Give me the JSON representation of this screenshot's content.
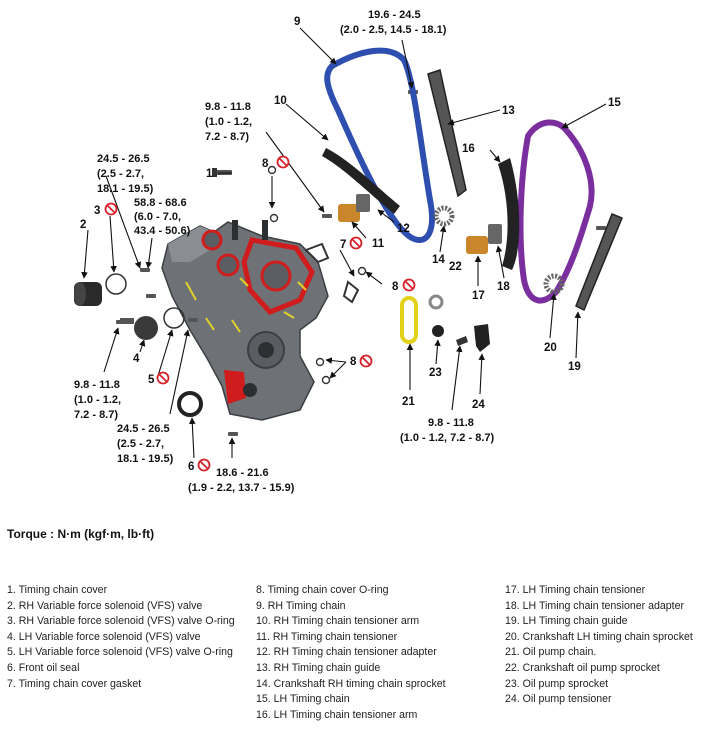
{
  "torque_specs": {
    "t1": {
      "l1": "19.6 - 24.5",
      "l2": "(2.0 - 2.5, 14.5 - 18.1)"
    },
    "t2": {
      "l1": "9.8 - 11.8",
      "l2": "(1.0 - 1.2,",
      "l3": "7.2 - 8.7)"
    },
    "t3": {
      "l1": "24.5 - 26.5",
      "l2": "(2.5 - 2.7,",
      "l3": "18.1 - 19.5)"
    },
    "t4": {
      "l1": "58.8 - 68.6",
      "l2": "(6.0 - 7.0,",
      "l3": "43.4 - 50.6)"
    },
    "t5": {
      "l1": "9.8 - 11.8",
      "l2": "(1.0 - 1.2,",
      "l3": "7.2 - 8.7)"
    },
    "t6": {
      "l1": "24.5 - 26.5",
      "l2": "(2.5 - 2.7,",
      "l3": "18.1 - 19.5)"
    },
    "t7": {
      "l1": "18.6 - 21.6",
      "l2": "(1.9 - 2.2, 13.7 - 15.9)"
    },
    "t8": {
      "l1": "9.8 - 11.8",
      "l2": "(1.0 - 1.2, 7.2 - 8.7)"
    }
  },
  "callouts": {
    "n1": "1",
    "n2": "2",
    "n3": "3",
    "n4": "4",
    "n5": "5",
    "n6": "6",
    "n7": "7",
    "n8a": "8",
    "n8b": "8",
    "n8c": "8",
    "n9": "9",
    "n10": "10",
    "n11": "11",
    "n12": "12",
    "n13": "13",
    "n14": "14",
    "n15": "15",
    "n16": "16",
    "n17": "17",
    "n18": "18",
    "n19": "19",
    "n20": "20",
    "n21": "21",
    "n22": "22",
    "n23": "23",
    "n24": "24"
  },
  "torque_title": "Torque : N·m (kgf·m, lb·ft)",
  "legend": {
    "col1": [
      "1. Timing chain cover",
      "2. RH Variable force solenoid (VFS) valve",
      "3. RH Variable force solenoid (VFS) valve O-ring",
      "4. LH Variable force solenoid (VFS) valve",
      "5. LH Variable force solenoid (VFS) valve O-ring",
      "6. Front oil seal",
      "7. Timing chain cover gasket"
    ],
    "col2": [
      "8. Timing chain cover O-ring",
      "9. RH Timing chain",
      "10. RH Timing chain tensioner arm",
      "11. RH Timing chain tensioner",
      "12. RH Timing chain tensioner adapter",
      "13. RH Timing chain guide",
      "14. Crankshaft RH timing chain sprocket",
      "15. LH Timing chain",
      "16. LH Timing chain tensioner arm"
    ],
    "col3": [
      "17. LH Timing chain tensioner",
      "18. LH Timing chain tensioner adapter",
      "19. LH Timing chain guide",
      "20. Crankshaft LH timing chain sprocket",
      "21. Oil pump chain.",
      "22. Crankshaft oil pump sprocket",
      "23. Oil pump sprocket",
      "24. Oil pump tensioner"
    ]
  },
  "colors": {
    "rh_chain": "#2e4fb0",
    "lh_chain": "#7b2f9e",
    "oil_chain": "#e2d21a",
    "cover": "#6e7276",
    "gasket_red": "#d01c1c",
    "no_reuse": "#d8202a"
  },
  "icons": {
    "reuse_prohibited": "no-reuse-icon"
  }
}
